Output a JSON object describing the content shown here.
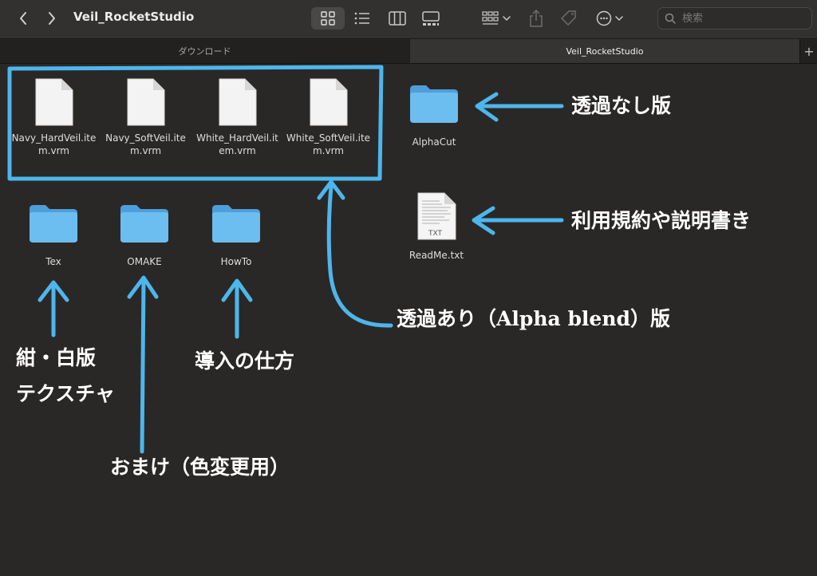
{
  "window": {
    "title": "Veil_RocketStudio"
  },
  "toolbar": {
    "back_icon": "chevron-left-icon",
    "forward_icon": "chevron-right-icon",
    "view_buttons": [
      "grid-view-icon",
      "list-view-icon",
      "column-view-icon",
      "gallery-view-icon"
    ],
    "search": {
      "placeholder": "検索",
      "value": ""
    }
  },
  "tabs": [
    {
      "label": "ダウンロード",
      "active": false
    },
    {
      "label": "Veil_RocketStudio",
      "active": true
    }
  ],
  "files": [
    {
      "name_line1": "Navy_HardVeil.ite",
      "name_line2": "m.vrm",
      "kind": "file"
    },
    {
      "name_line1": "Navy_SoftVeil.ite",
      "name_line2": "m.vrm",
      "kind": "file"
    },
    {
      "name_line1": "White_HardVeil.it",
      "name_line2": "em.vrm",
      "kind": "file"
    },
    {
      "name_line1": "White_SoftVeil.ite",
      "name_line2": "m.vrm",
      "kind": "file"
    },
    {
      "name_line1": "AlphaCut",
      "name_line2": "",
      "kind": "folder"
    },
    {
      "name_line1": "Tex",
      "name_line2": "",
      "kind": "folder"
    },
    {
      "name_line1": "OMAKE",
      "name_line2": "",
      "kind": "folder"
    },
    {
      "name_line1": "HowTo",
      "name_line2": "",
      "kind": "folder"
    },
    {
      "name_line1": "ReadMe.txt",
      "name_line2": "",
      "kind": "text",
      "badge": "TXT"
    }
  ],
  "annotations": {
    "alphacut": "透過なし版",
    "readme": "利用規約や説明書き",
    "alpha_blend": "透過あり（Alpha blend）版",
    "tex_line1": "紺・白版",
    "tex_line2": "テクスチャ",
    "howto": "導入の仕方",
    "omake": "おまけ（色変更用）"
  },
  "colors": {
    "annotation_blue": "#4db6ec",
    "folder_blue": "#5fb2ea",
    "background": "#2a2826"
  }
}
